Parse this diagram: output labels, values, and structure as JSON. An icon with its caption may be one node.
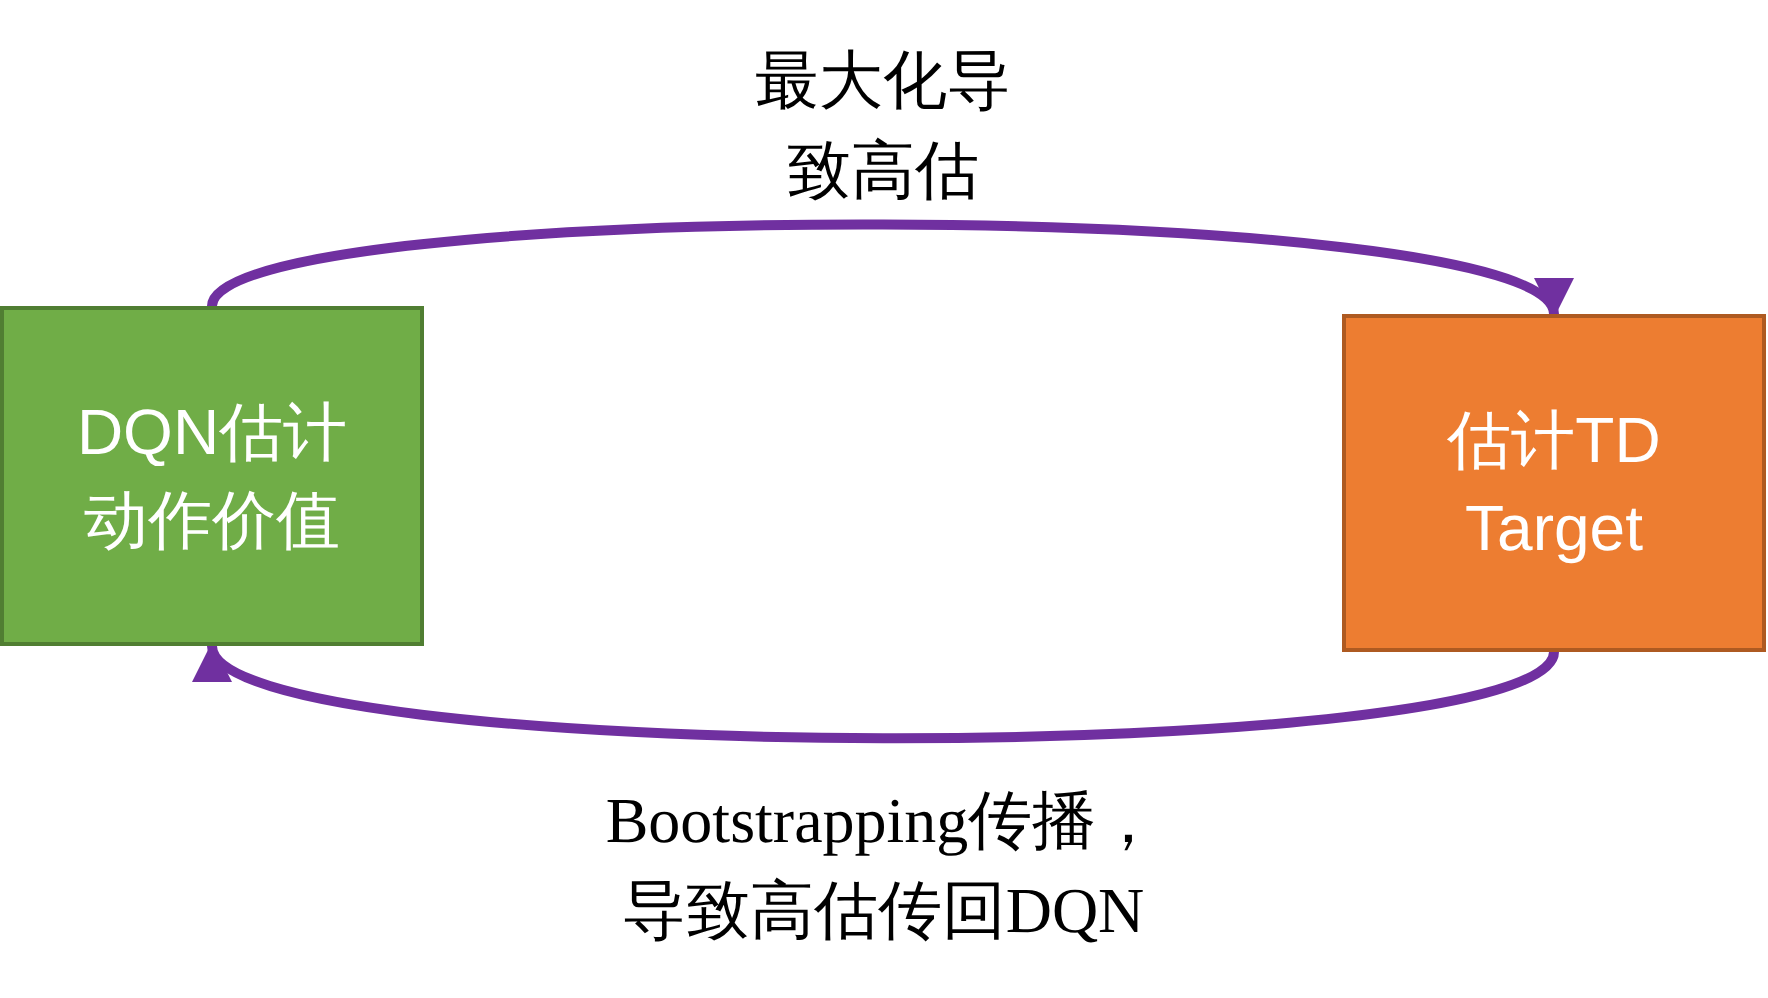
{
  "diagram": {
    "nodes": [
      {
        "text": [
          "DQN估计动作价值"
        ]
      },
      {
        "text": [
          "估计TD Target"
        ]
      }
    ],
    "edges": [
      {
        "from": 0,
        "to": 1,
        "arrow": "to",
        "label": "最大化导致高估"
      },
      {
        "from": 1,
        "to": 0,
        "arrow": "to",
        "label": "Bootstrapping传播，导致高估传回DQN"
      }
    ]
  }
}
